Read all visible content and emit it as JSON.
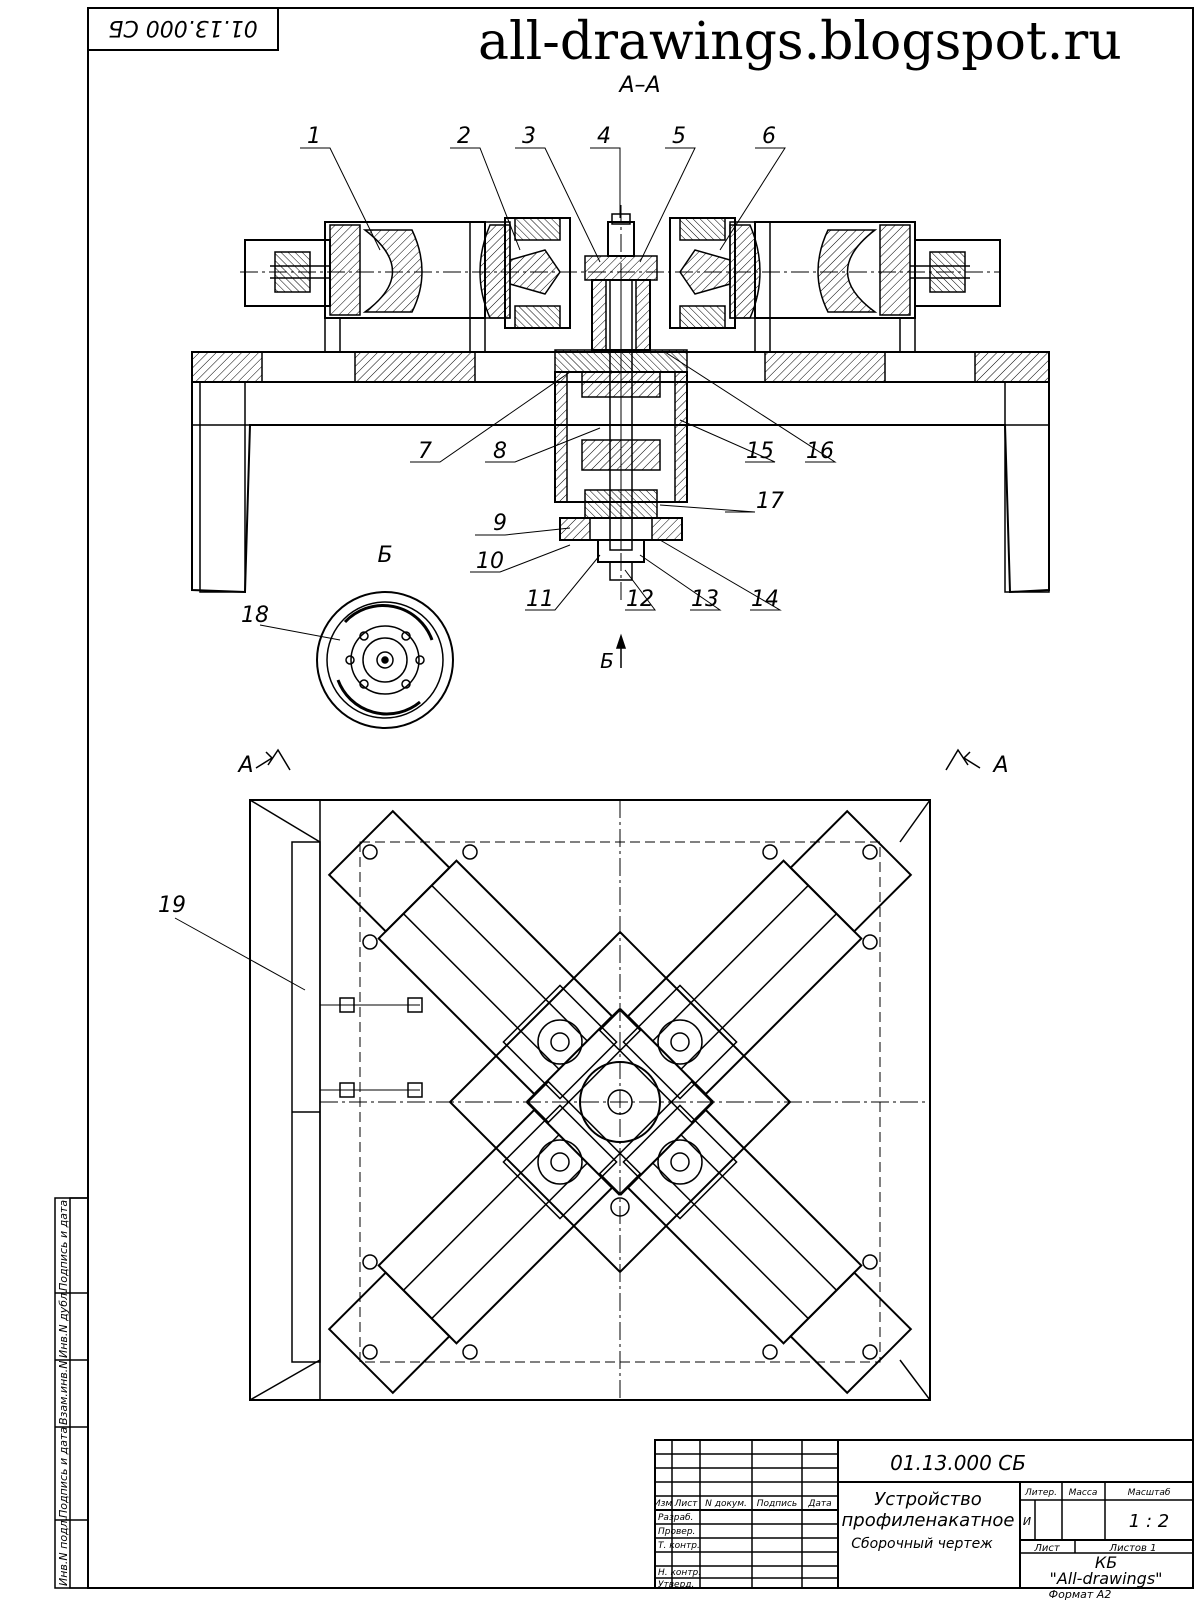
{
  "watermark": "all-drawings.blogspot.ru",
  "corner_code": "01.13.000 СБ",
  "section_aa": "А–А",
  "section_b": "Б",
  "view_b_arrow": "Б",
  "plan_cut_left": "А",
  "plan_cut_right": "А",
  "callouts": [
    "1",
    "2",
    "3",
    "4",
    "5",
    "6",
    "7",
    "8",
    "9",
    "10",
    "11",
    "12",
    "13",
    "14",
    "15",
    "16",
    "17",
    "18",
    "19"
  ],
  "side_strip": [
    "Инв.N подл.",
    "Подпись и дата",
    "Взам.инв.N",
    "Инв.N дубл.",
    "Подпись и дата"
  ],
  "title_block": {
    "designation": "01.13.000 СБ",
    "name_line1": "Устройство",
    "name_line2": "профиленакатное",
    "doc_type": "Сборочный чертеж",
    "head_cols": [
      "Изм",
      "Лист",
      "N докум.",
      "Подпись",
      "Дата"
    ],
    "roles": [
      "Разраб.",
      "Провер.",
      "Т. контр.",
      "",
      "Н. контр.",
      "Утверд."
    ],
    "lit_header": "Литер.",
    "mass_header": "Масса",
    "scale_header": "Масштаб",
    "lit_value": "И",
    "scale_value": "1 : 2",
    "sheet_label": "Лист",
    "sheets_label": "Листов 1",
    "org_line1": "КБ",
    "org_line2": "\"All-drawings\"",
    "format": "Формат А2"
  }
}
